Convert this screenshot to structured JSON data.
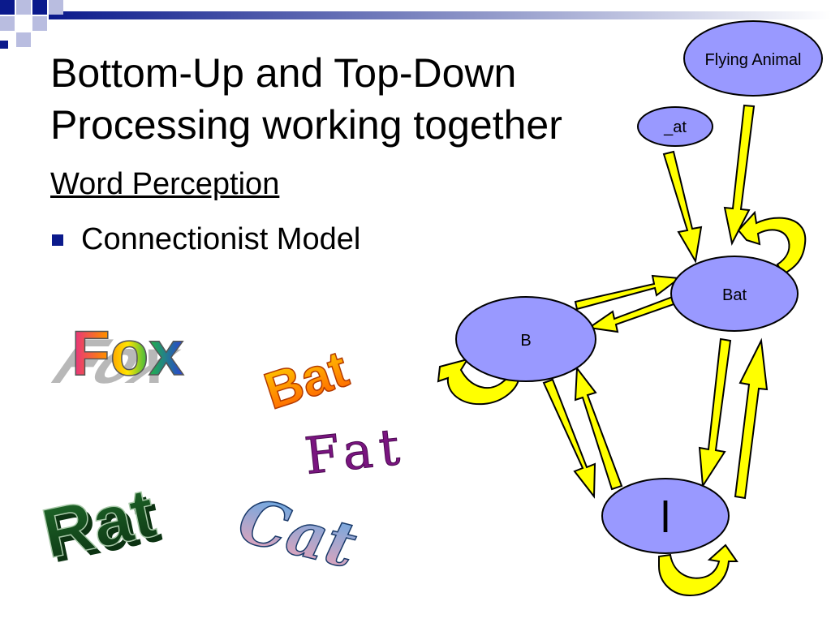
{
  "slide": {
    "title_line1": "Bottom-Up and Top-Down",
    "title_line2": "Processing working together",
    "subtitle": "Word Perception",
    "bullet": "Connectionist Model"
  },
  "words": {
    "fox": "Fox",
    "bat": "Bat",
    "fat": "Fat",
    "rat": "Rat",
    "cat": "Cat"
  },
  "nodes": {
    "flying_animal": "Flying Animal",
    "at": "_at",
    "bat": "Bat",
    "b": "B",
    "i": "l"
  },
  "colors": {
    "node_fill": "#9999ff",
    "arrow_fill": "#ffff00",
    "bullet": "#0b1a8c"
  }
}
